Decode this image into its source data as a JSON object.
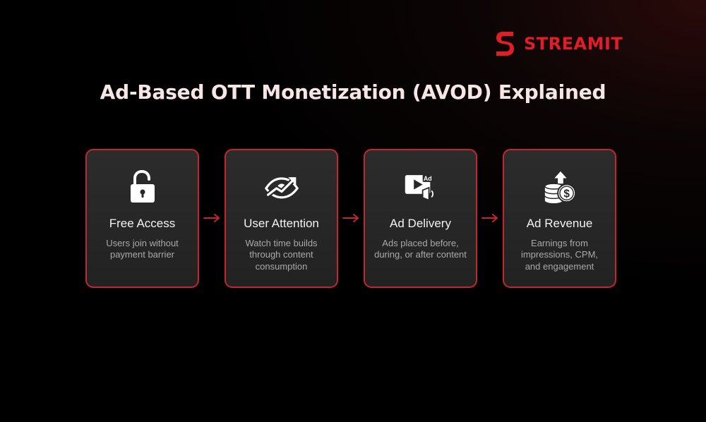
{
  "brand": {
    "name": "STREAMIT",
    "accent": "#e11d28"
  },
  "title": "Ad-Based OTT Monetization (AVOD) Explained",
  "steps": [
    {
      "title": "Free Access",
      "desc": "Users join without payment barrier",
      "icon": "unlock-icon"
    },
    {
      "title": "User Attention",
      "desc": "Watch time builds through content consumption",
      "icon": "eye-trend-icon"
    },
    {
      "title": "Ad Delivery",
      "desc": "Ads placed before, during, or after content",
      "icon": "ad-video-icon",
      "badge": "Ad"
    },
    {
      "title": "Ad Revenue",
      "desc": "Earnings from impressions, CPM, and engagement",
      "icon": "coins-revenue-icon"
    }
  ],
  "colors": {
    "card_border": "#c4262e",
    "card_bg": "#272727",
    "arrow": "#c4262e"
  }
}
